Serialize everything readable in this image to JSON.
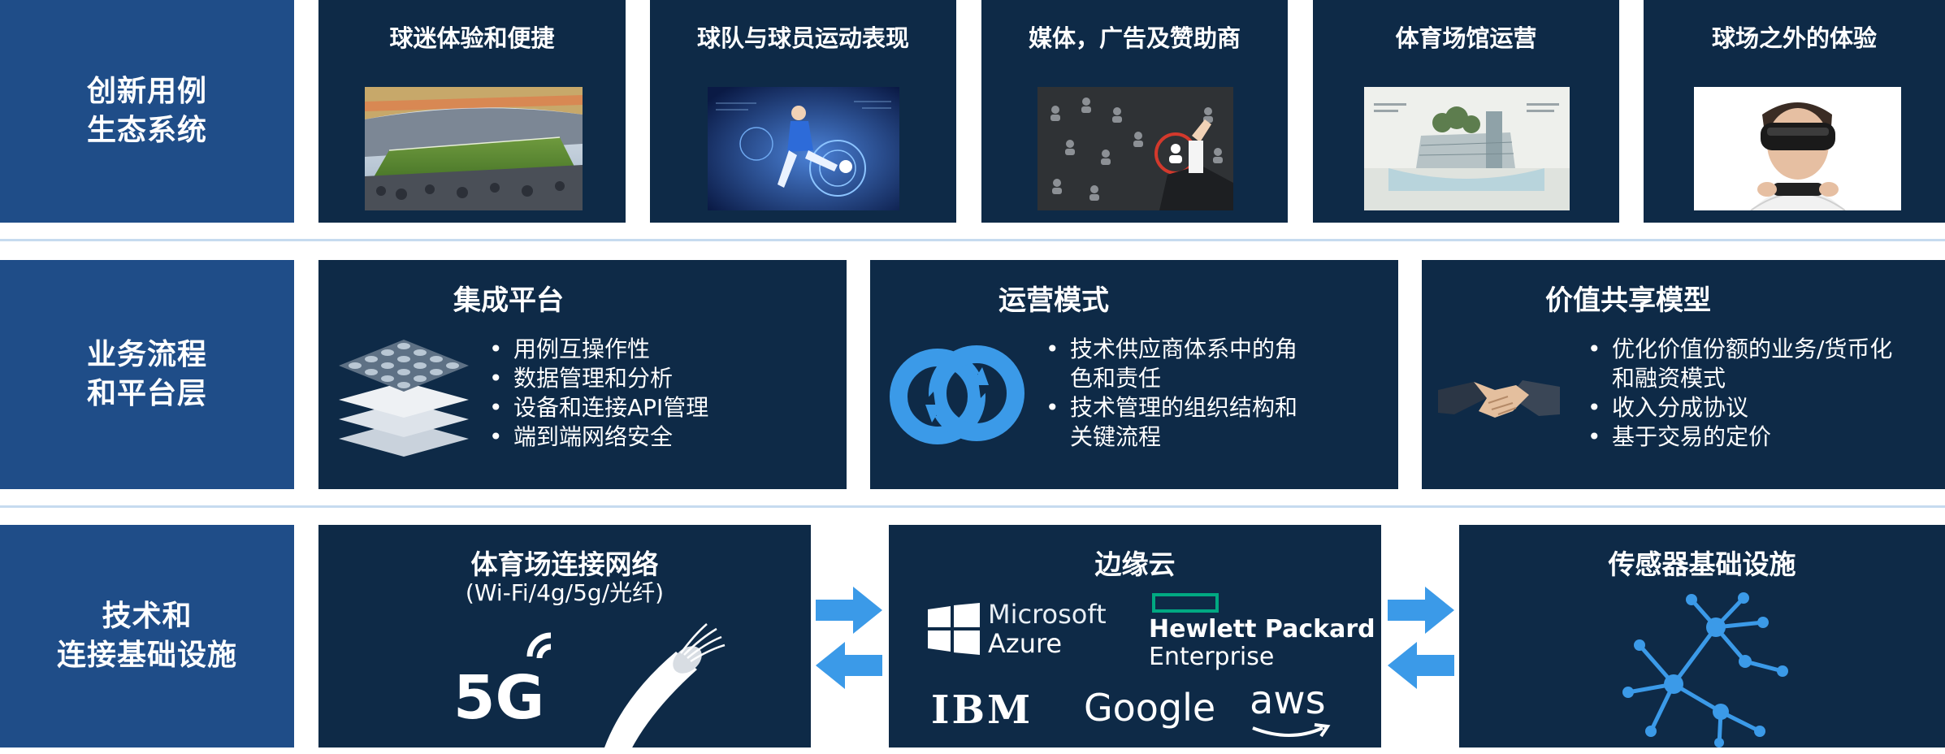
{
  "row1": {
    "label_lines": [
      "创新用例",
      "生态系统"
    ],
    "tiles": [
      {
        "title": "球迷体验和便捷"
      },
      {
        "title": "球队与球员运动表现"
      },
      {
        "title": "媒体，广告及赞助商"
      },
      {
        "title": "体育场馆运营"
      },
      {
        "title": "球场之外的体验"
      }
    ]
  },
  "row2": {
    "label_lines": [
      "业务流程",
      "和平台层"
    ],
    "panels": [
      {
        "title": "集成平台",
        "bullets": [
          "用例互操作性",
          "数据管理和分析",
          "设备和连接API管理",
          "端到端网络安全"
        ]
      },
      {
        "title": "运营模式",
        "bullets": [
          "技术供应商体系中的角色和责任",
          "技术管理的组织结构和关键流程"
        ]
      },
      {
        "title": "价值共享模型",
        "bullets": [
          "优化价值份额的业务/货币化和融资模式",
          "收入分成协议",
          "基于交易的定价"
        ]
      }
    ]
  },
  "row3": {
    "label_lines": [
      "技术和",
      "连接基础设施"
    ],
    "network": {
      "title": "体育场连接网络",
      "subtitle": "(Wi-Fi/4g/5g/光纤)",
      "badge": "5G"
    },
    "edge": {
      "title": "边缘云",
      "logos": {
        "microsoft_top": "Microsoft",
        "microsoft_bottom": "Azure",
        "hpe_top": "Hewlett Packard",
        "hpe_bottom": "Enterprise",
        "ibm": "IBM",
        "google": "Google",
        "aws": "aws"
      }
    },
    "sensors": {
      "title": "传感器基础设施"
    }
  },
  "colors": {
    "label_bg": "#1f4d88",
    "panel_bg": "#0e2a47",
    "accent_blue": "#3b9ae8",
    "rule": "#c6dbef"
  }
}
